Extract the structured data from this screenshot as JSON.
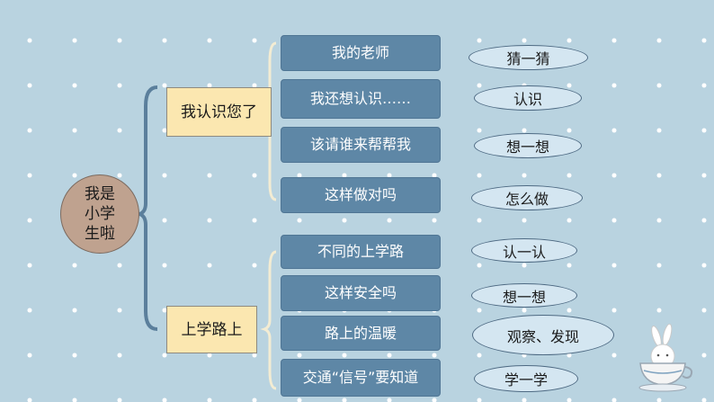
{
  "root": {
    "label": "我是小学生啦"
  },
  "branches": [
    {
      "topic": "我认识您了",
      "items": [
        {
          "label": "我的老师",
          "tag": "猜一猜"
        },
        {
          "label": "我还想认识……",
          "tag": "认识"
        },
        {
          "label": "该请谁来帮帮我",
          "tag": "想一想"
        },
        {
          "label": "这样做对吗",
          "tag": "怎么做"
        }
      ]
    },
    {
      "topic": "上学路上",
      "items": [
        {
          "label": "不同的上学路",
          "tag": "认一认"
        },
        {
          "label": "这样安全吗",
          "tag": "想一想"
        },
        {
          "label": "路上的温暖",
          "tag": "观察、发现"
        },
        {
          "label": "交通“信号”要知道",
          "tag": "学一学"
        }
      ]
    }
  ],
  "decoration": {
    "icon": "rabbit-in-teacup-icon"
  }
}
